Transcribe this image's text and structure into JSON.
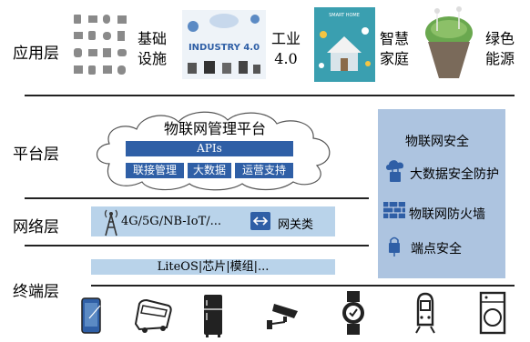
{
  "layers": {
    "application": "应用层",
    "platform": "平台层",
    "network": "网络层",
    "terminal": "终端层"
  },
  "application": {
    "items": [
      {
        "line1": "基础",
        "line2": "设施"
      },
      {
        "line1": "工业",
        "line2": "4.0",
        "image_text": "INDUSTRY 4.0"
      },
      {
        "line1": "智慧",
        "line2": "家庭",
        "image_text": "SMART HOME"
      },
      {
        "line1": "绿色",
        "line2": "能源"
      }
    ]
  },
  "platform": {
    "title": "物联网管理平台",
    "apis": "APIs",
    "modules": [
      "联接管理",
      "大数据",
      "运营支持"
    ]
  },
  "network": {
    "cellular": "4G/5G/NB-IoT/...",
    "gateway": "网关类"
  },
  "terminal": {
    "os_bar": "LiteOS|芯片|模组|...",
    "devices": [
      "phone-icon",
      "bus-icon",
      "fridge-icon",
      "camera-icon",
      "watch-icon",
      "train-icon",
      "washer-icon"
    ]
  },
  "security": {
    "title": "物联网安全",
    "items": [
      "大数据安全防护",
      "物联网防火墙",
      "端点安全"
    ]
  },
  "colors": {
    "api_blue": "#2f5fa6",
    "light_blue": "#b9d3ea",
    "security_panel": "#adc4e0"
  }
}
